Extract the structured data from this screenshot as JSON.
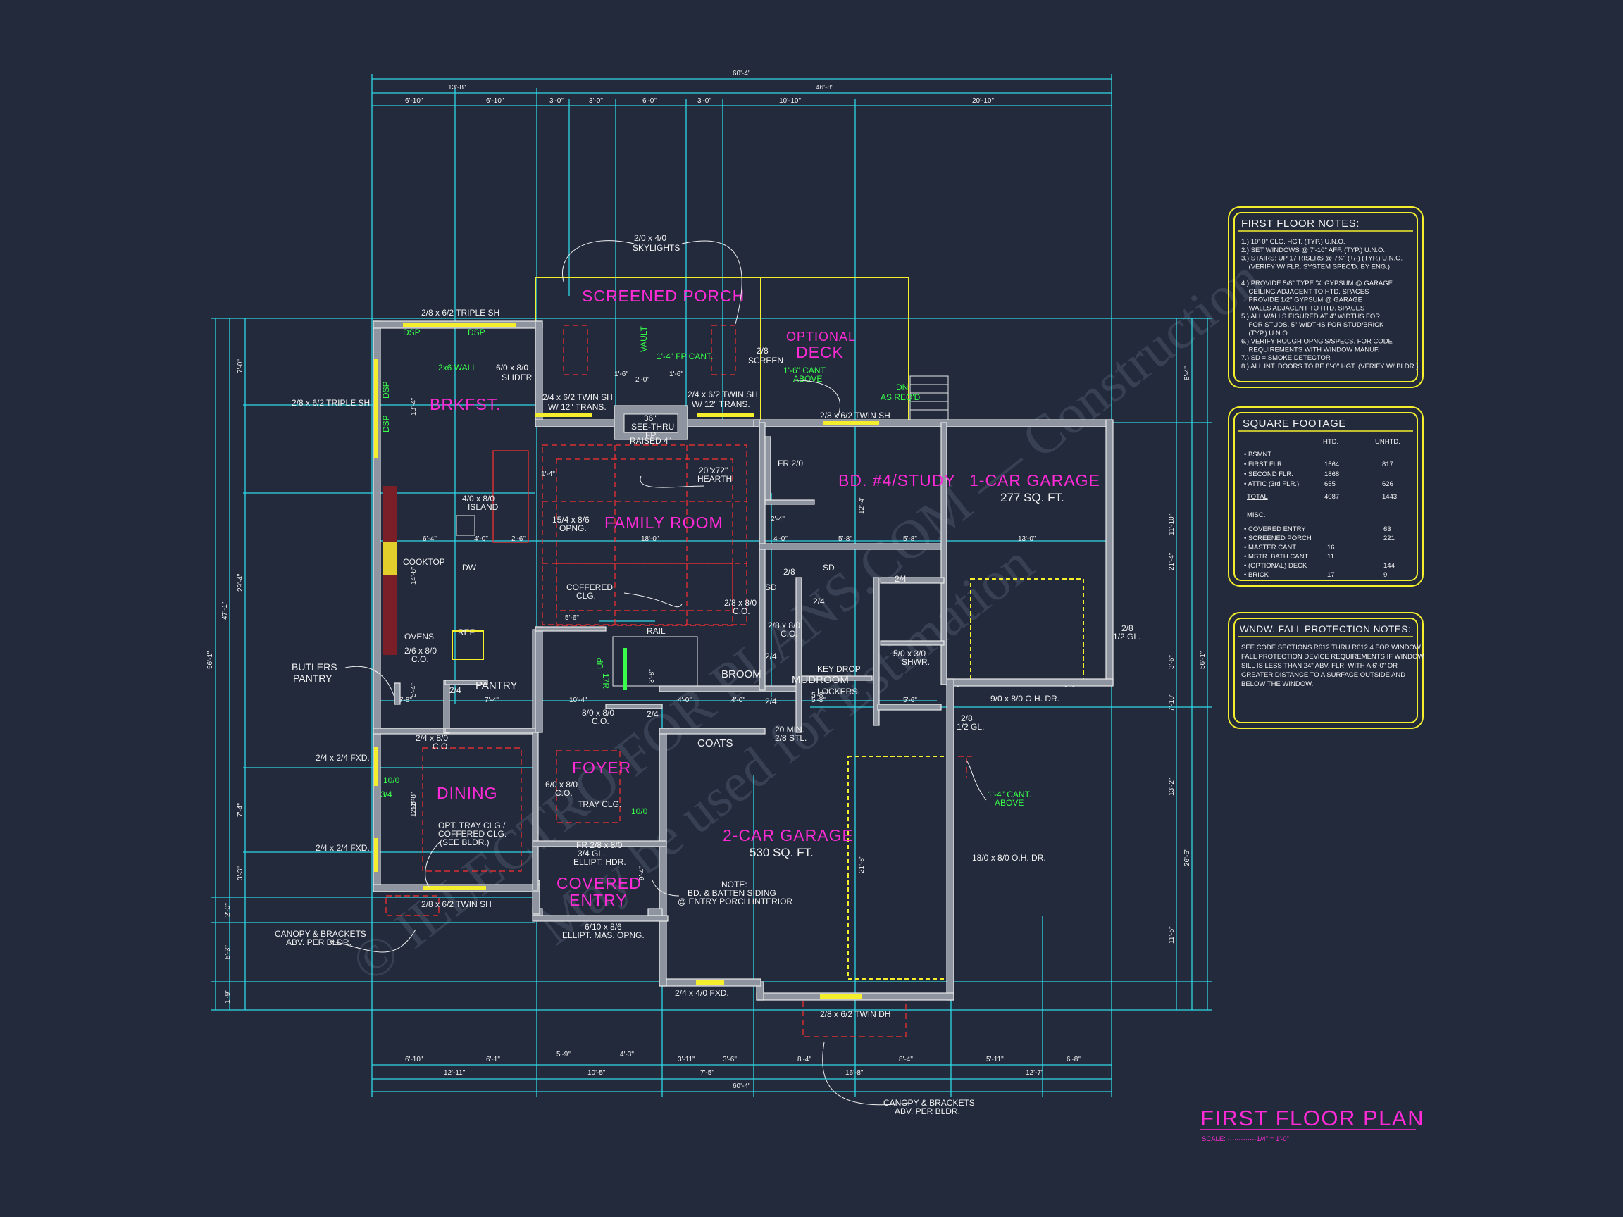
{
  "title": "FIRST FLOOR PLAN",
  "scale": "SCALE: ·············1/4\" = 1'-0\"",
  "watermark": [
    "© ILLECTRO FOR PLANS.COM — Construction",
    "May be used for Estimation"
  ],
  "rooms": {
    "screened_porch": "SCREENED PORCH",
    "optional_deck": "OPTIONAL",
    "deck": "DECK",
    "brkfst": "BRKFST.",
    "family_room": "FAMILY ROOM",
    "study": "BD. #4/STUDY",
    "garage1": "1-CAR GARAGE",
    "garage1_sqft": "277 SQ. FT.",
    "pantry": "PANTRY",
    "broom": "BROOM",
    "mudroom": "MUDROOM",
    "coats": "COATS",
    "foyer": "FOYER",
    "dining": "DINING",
    "garage2": "2-CAR GARAGE",
    "garage2_sqft": "530 SQ. FT.",
    "covered": "COVERED",
    "entry": "ENTRY",
    "butlers": "BUTLERS",
    "butlers_pantry": "PANTRY"
  },
  "labels": {
    "skylights1": "2/0 x 4/0",
    "skylights2": "SKYLIGHTS",
    "triple_sh_top": "2/8 x 6/2 TRIPLE SH",
    "triple_sh_left": "2/8 x 6/2 TRIPLE SH",
    "dsp1": "DSP",
    "dsp2": "DSP",
    "dsp3": "DSP",
    "dsp4": "DSP",
    "wall2x6": "2x6 WALL",
    "slider1": "6/0 x 8/0",
    "slider2": "SLIDER",
    "vault": "VAULT",
    "fp_cant": "1'-4\" FP CANT.",
    "screen1": "2/8",
    "screen2": "SCREEN",
    "cant_above1": "1'-6\" CANT.",
    "cant_above2": "ABOVE",
    "dn": "DN",
    "as_reqd": "AS REQ'D",
    "twin_sh_a1": "2/4 x 6/2 TWIN SH",
    "twin_sh_a2": "W/ 12\" TRANS.",
    "see_thru1": "36\"",
    "see_thru2": "SEE-THRU",
    "see_thru3": "FP",
    "twin_sh_b1": "2/4 x 6/2 TWIN SH",
    "twin_sh_b2": "W/ 12\" TRANS.",
    "twin_sh_c": "2/8 x 6/2 TWIN SH",
    "raised": "RAISED 4\"",
    "hearth1": "20\"x72\"",
    "hearth2": "HEARTH",
    "fr": "FR 2/0",
    "island1": "4/0 x 8/0",
    "island2": "ISLAND",
    "opng1": "15/4 x 8/6",
    "opng2": "OPNG.",
    "cooktop": "COOKTOP",
    "dw": "DW",
    "coffered1": "COFFERED",
    "coffered2": "CLG.",
    "co_a1": "2/8 x 8/0",
    "co_a2": "C.O.",
    "co_b1": "2/8 x 8/0",
    "co_b2": "C.O.",
    "door28": "2/8",
    "door24a": "2/4",
    "door24b": "2/4",
    "door24c": "2/4",
    "door24d": "2/4",
    "door24e": "2/4",
    "door24f": "2/4",
    "sd1": "SD",
    "sd2": "SD",
    "ovens": "OVENS",
    "ref": "REF.",
    "co_c1": "2/6 x 8/0",
    "co_c2": "C.O.",
    "rail": "RAIL",
    "up": "UP",
    "tr": "17R",
    "key_drop": "KEY DROP",
    "lockers": "LOCKERS",
    "shwr1": "5/0 x 3/0",
    "shwr2": "SHWR.",
    "ohdr1": "9/0 x 8/0 O.H. DR.",
    "gl_a1": "2/8",
    "gl_a2": "1/2 GL.",
    "gl_b1": "2/8",
    "gl_b2": "1/2 GL.",
    "co_d1": "8/0 x 8/0",
    "co_d2": "C.O.",
    "co_e1": "2/4 x 8/0",
    "co_e2": "C.O.",
    "min1": "20 MIN.",
    "min2": "2/8 STL.",
    "fxd1": "2/4 x 2/4 FXD.",
    "fxd2": "2/4 x 2/4 FXD.",
    "d1010a": "10/0",
    "d34": "3/4",
    "d1010b": "10/0",
    "cant_above3": "1'-4\" CANT.",
    "cant_above4": "ABOVE",
    "co_f1": "6/0 x 8/0",
    "co_f2": "C.O.",
    "tray": "TRAY CLG.",
    "opt_tray1": "OPT. TRAY CLG./",
    "opt_tray2": "COFFERED CLG.",
    "opt_tray3": "(SEE BLDR.)",
    "fr_ellipt1": "FR 2/8 x 8/0",
    "fr_ellipt2": "3/4 GL.",
    "fr_ellipt3": "ELLIPT. HDR.",
    "note1": "NOTE:",
    "note2": "BD. & BATTEN SIDING",
    "note3": "@ ENTRY PORCH INTERIOR",
    "ohdr2": "18/0 x 8/0 O.H. DR.",
    "twin_sh_d": "2/8 x 6/2 TWIN SH",
    "ellipt1": "6/10 x 8/6",
    "ellipt2": "ELLIPT. MAS. OPNG.",
    "canopy_l1": "CANOPY & BRACKETS",
    "canopy_l2": "ABV. PER BLDR.",
    "fxd3": "2/4 x 4/0 FXD.",
    "twin_dh": "2/8 x 6/2 TWIN DH",
    "canopy_b1": "CANOPY & BRACKETS",
    "canopy_b2": "ABV. PER BLDR."
  },
  "dims_top": {
    "overall": "60'-4\"",
    "a": "13'-8\"",
    "b": "46'-8\"",
    "c1": "6'-10\"",
    "c2": "6'-10\"",
    "c3": "3'-0\"",
    "c4": "3'-0\"",
    "c5": "6'-0\"",
    "c6": "3'-0\"",
    "c7": "10'-10\"",
    "c8": "20'-10\""
  },
  "dims_bottom": {
    "overall": "60'-4\"",
    "r1a": "6'-10\"",
    "r1b": "6'-1\"",
    "r1c": "5'-9\"",
    "r1d": "4'-3\"",
    "r1e": "3'-11\"",
    "r1f": "3'-6\"",
    "r1g": "8'-4\"",
    "r1h": "8'-4\"",
    "r1i": "5'-11\"",
    "r1j": "6'-8\"",
    "r2a": "12'-11\"",
    "r2b": "10'-5\"",
    "r2c": "7'-5\"",
    "r2d": "16'-8\"",
    "r2e": "12'-7\""
  },
  "dims_left": {
    "overall": "56'-1\"",
    "a": "47'-1\"",
    "b": "29'-4\"",
    "c": "13'-4\"",
    "d": "7'-0\"",
    "e": "14'-8\"",
    "f": "12'-8\"",
    "g": "7'-4\"",
    "h": "3'-3\"",
    "i": "2'-0\"",
    "j": "5'-3\"",
    "k": "1'-9\""
  },
  "dims_right": {
    "overall": "56'-1\"",
    "a": "8'-4\"",
    "b": "21'-4\"",
    "c": "26'-5\"",
    "d": "11'-10\"",
    "e": "3'-6\"",
    "f": "7'-10\"",
    "g": "13'-2\"",
    "h": "11'-5\""
  },
  "dims_interior": {
    "i1": "6'-4\"",
    "i2": "4'-0\"",
    "i3": "2'-6\"",
    "i4": "18'-0\"",
    "i5": "4'-0\"",
    "i6": "5'-8\"",
    "i7": "5'-8\"",
    "i8": "13'-0\"",
    "i9": "2'-4\"",
    "i10": "5'-6\"",
    "i11": "1'-4\"",
    "i12": "1'-6\"",
    "i13": "1'-6\"",
    "i14": "2'-0\"",
    "i15": "5'-4\"",
    "i16": "5'-8\"",
    "i17": "7'-4\"",
    "i18": "10'-4\"",
    "i19": "4'-0\"",
    "i20": "4'-0\"",
    "i21": "5'-8\"",
    "i22": "5'-6\"",
    "i23": "21'-8\"",
    "i24": "12'-4\"",
    "i25": "9'-4\"",
    "i26": "3'-8\"",
    "i27": "5'-8\"",
    "i28": "12'-8\"",
    "i29": "1'-6\"",
    "i30": "6'-0\""
  },
  "notes": {
    "title": "FIRST FLOOR NOTES:",
    "lines": [
      "1.) 10'-0\" CLG. HGT. (TYP.) U.N.O.",
      "2.) SET WINDOWS @ 7'-10\" AFF. (TYP.) U.N.O.",
      "3.) STAIRS: UP 17 RISERS @ 7¾\" (+/-) (TYP.) U.N.O.",
      "    (VERIFY W/ FLR. SYSTEM SPEC'D. BY ENG.)",
      "",
      "4.) PROVIDE 5/8\" TYPE 'X' GYPSUM @ GARAGE",
      "    CEILING ADJACENT TO HTD. SPACES",
      "    PROVIDE 1/2\" GYPSUM @ GARAGE",
      "    WALLS ADJACENT TO HTD. SPACES",
      "5.) ALL WALLS FIGURED AT 4\" WIDTHS FOR",
      "    FOR STUDS, 5\" WIDTHS FOR STUD/BRICK",
      "    (TYP.) U.N.O.",
      "6.) VERIFY ROUGH OPNG'S/SPECS. FOR CODE",
      "    REQUIREMENTS WITH WINDOW MANUF.",
      "7.) SD = SMOKE DETECTOR",
      "8.) ALL INT. DOORS TO BE 8'-0\" HGT. (VERIFY W/ BLDR.)"
    ]
  },
  "sqft": {
    "title": "SQUARE FOOTAGE",
    "col_htd": "HTD.",
    "col_unhtd": "UNHTD.",
    "rows": [
      {
        "label": "• BSMNT.",
        "htd": "",
        "unhtd": ""
      },
      {
        "label": "• FIRST FLR.",
        "htd": "1564",
        "unhtd": "817"
      },
      {
        "label": "• SECOND FLR.",
        "htd": "1868",
        "unhtd": ""
      },
      {
        "label": "• ATTIC (3rd FLR.)",
        "htd": "655",
        "unhtd": "626"
      }
    ],
    "total_label": "TOTAL",
    "total_htd": "4087",
    "total_unhtd": "1443",
    "misc_label": "MISC.",
    "misc": [
      {
        "label": "• COVERED ENTRY",
        "htd": "",
        "unhtd": "63"
      },
      {
        "label": "• SCREENED PORCH",
        "htd": "",
        "unhtd": "221"
      },
      {
        "label": "• MASTER CANT.",
        "htd": "16",
        "unhtd": ""
      },
      {
        "label": "• MSTR. BATH CANT.",
        "htd": "11",
        "unhtd": ""
      },
      {
        "label": "• (OPTIONAL) DECK",
        "htd": "",
        "unhtd": "144"
      },
      {
        "label": "• BRICK",
        "htd": "17",
        "unhtd": "9"
      }
    ]
  },
  "fall": {
    "title": "WNDW. FALL PROTECTION NOTES:",
    "lines": [
      "SEE CODE SECTIONS R612 THRU R612.4 FOR WINDOW",
      "FALL PROTECTION DEVICE REQUIREMENTS IF WINDOW",
      "SILL IS LESS THAN 24\" ABV. FLR. WITH A 6'-0\" OR",
      "GREATER DISTANCE TO A SURFACE OUTSIDE AND",
      "BELOW THE WINDOW."
    ]
  },
  "colors": {
    "background": "#222a3c",
    "room_labels": "#ff2bd6",
    "dimension_lines": "#2fd8e6",
    "note_boxes": "#f4ee2c",
    "annotations": "#39ff4a",
    "hidden_lines": "#ff3030"
  }
}
